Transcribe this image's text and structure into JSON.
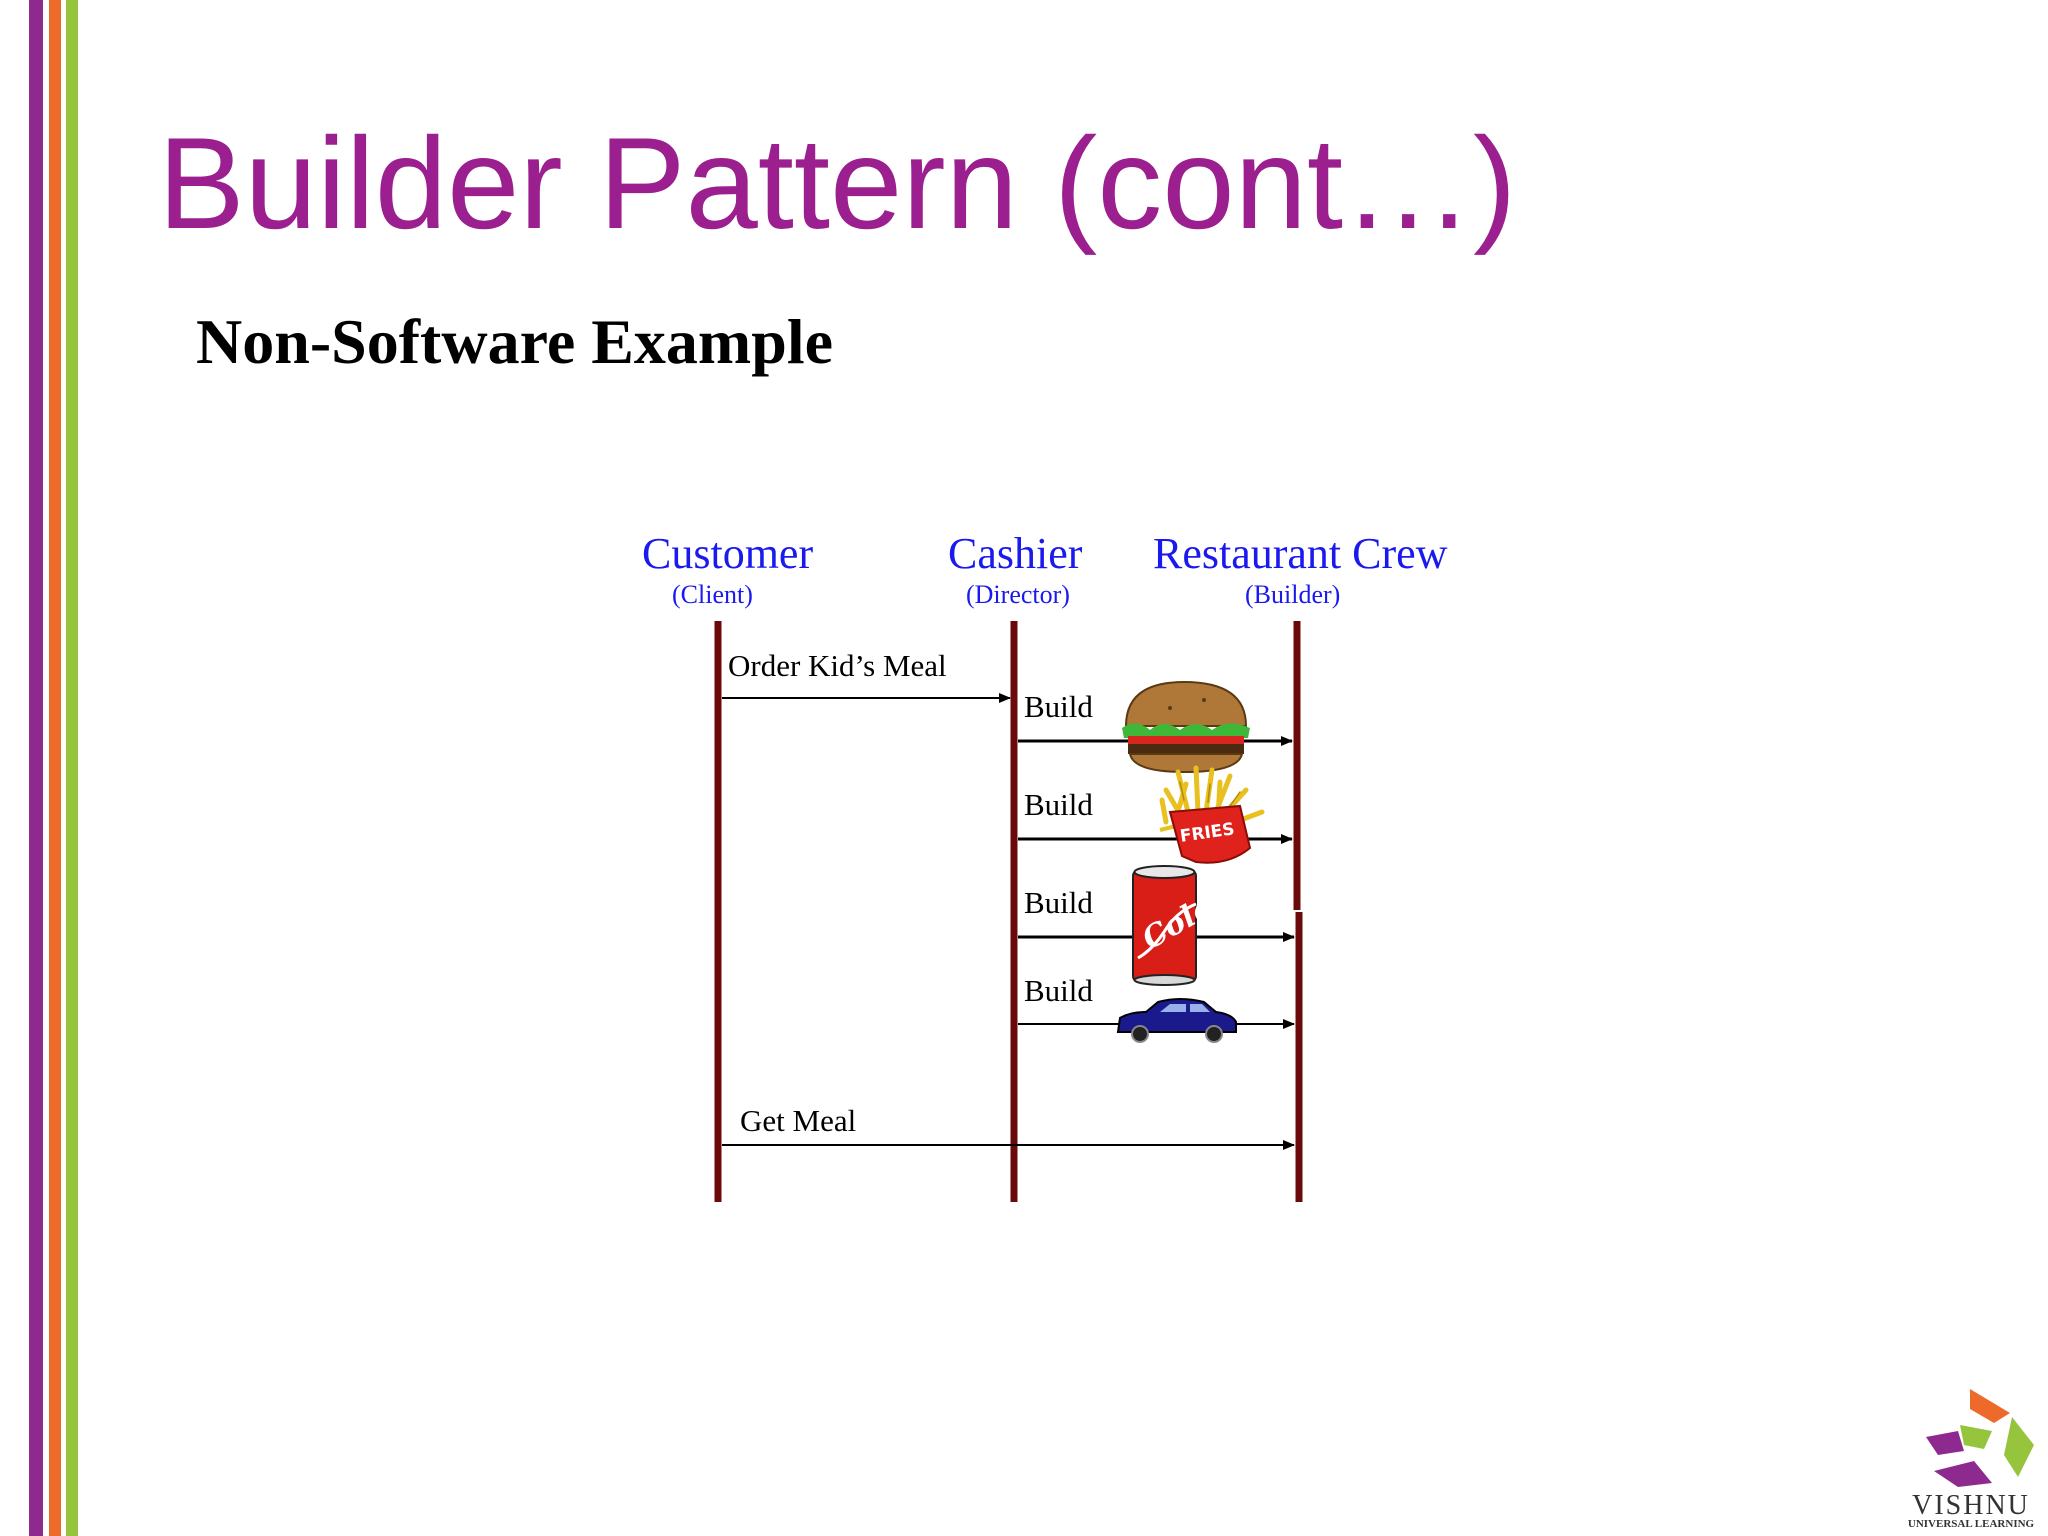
{
  "slide": {
    "title": "Builder Pattern (cont…)",
    "subtitle": "Non-Software Example"
  },
  "diagram": {
    "actors": [
      {
        "name": "Customer",
        "role": "(Client)"
      },
      {
        "name": "Cashier",
        "role": "(Director)"
      },
      {
        "name": "Restaurant Crew",
        "role": "(Builder)"
      }
    ],
    "messages": [
      {
        "label": "Order Kid’s Meal",
        "from": "Customer",
        "to": "Cashier"
      },
      {
        "label": "Build",
        "from": "Cashier",
        "to": "Restaurant Crew",
        "icon": "hamburger-icon"
      },
      {
        "label": "Build",
        "from": "Cashier",
        "to": "Restaurant Crew",
        "icon": "fries-icon"
      },
      {
        "label": "Build",
        "from": "Cashier",
        "to": "Restaurant Crew",
        "icon": "cola-can-icon"
      },
      {
        "label": "Build",
        "from": "Cashier",
        "to": "Restaurant Crew",
        "icon": "toy-car-icon"
      },
      {
        "label": "Get Meal",
        "from": "Customer",
        "to": "Restaurant Crew"
      }
    ],
    "icon_text": {
      "fries": "FRIES",
      "cola": "Cola"
    }
  },
  "logo": {
    "name": "VISHNU",
    "tagline": "UNIVERSAL LEARNING"
  },
  "colors": {
    "title": "#9b1f8f",
    "actor_text": "#1a1aee",
    "lifeline": "#6b0a0a",
    "stripes": [
      "#8e2a8f",
      "#ee6a2a",
      "#96c43c"
    ]
  }
}
